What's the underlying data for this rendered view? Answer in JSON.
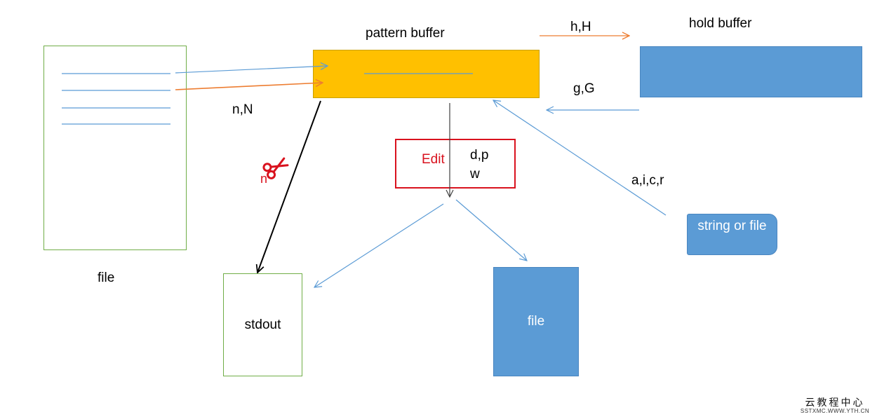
{
  "labels": {
    "pattern_buffer": "pattern buffer",
    "hold_buffer": "hold buffer",
    "h_H": "h,H",
    "g_G": "g,G",
    "n_N": "n,N",
    "n_lower": "n",
    "a_i_c_r": "a,i,c,r",
    "file_source": "file",
    "edit": "Edit",
    "d_p_w": "d,p\nw",
    "string_or_file": "string or file",
    "stdout": "stdout",
    "file_output": "file"
  },
  "watermark": {
    "main": "云教程中心",
    "sub": "SSTXMC.WWW.YTH.CN"
  },
  "colors": {
    "pattern_buffer": "#ffc000",
    "hold_buffer": "#5b9bd5",
    "arrow_blue": "#5b9bd5",
    "arrow_orange": "#ed7d31",
    "edit_border": "#d9121e",
    "file_border": "#70ad47"
  },
  "icons": {
    "cut": "scissors-icon"
  }
}
